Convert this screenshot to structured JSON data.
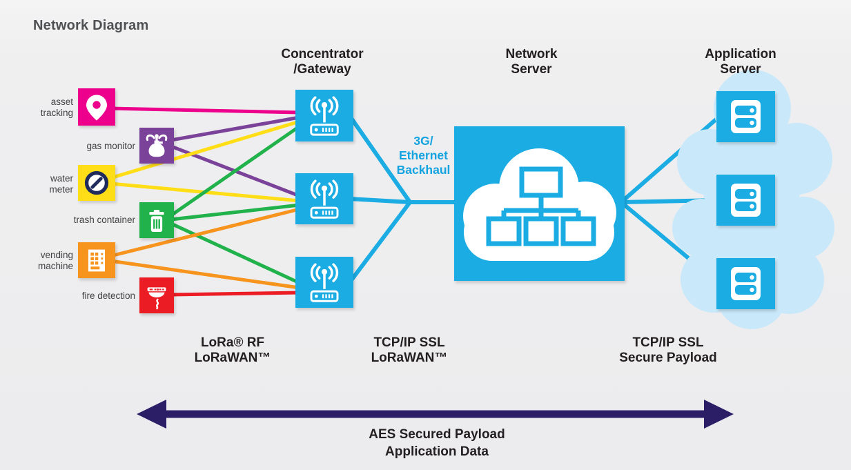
{
  "title": "Network Diagram",
  "colors": {
    "background": "#efeff0",
    "blue": "#1aace3",
    "light_blue_cloud": "#c9e9fa",
    "pink": "#ec008c",
    "purple": "#7b4299",
    "yellow": "#ffde17",
    "green": "#21b24c",
    "orange": "#f7941e",
    "red": "#ec1c24",
    "arrow_purple": "#2b1e66",
    "heading_text": "#231f20",
    "backhaul_text": "#13a3e0"
  },
  "columns": {
    "gateway": {
      "label": "Concentrator\n/Gateway"
    },
    "network_server": {
      "label": "Network\nServer"
    },
    "application_server": {
      "label": "Application\nServer"
    }
  },
  "devices": [
    {
      "label": "asset\ntracking",
      "color": "#ec008c",
      "icon": "map-pin-icon",
      "connects_to": [
        "gateway-1"
      ]
    },
    {
      "label": "gas monitor",
      "color": "#7b4299",
      "icon": "gas-tank-icon",
      "connects_to": [
        "gateway-1",
        "gateway-2"
      ]
    },
    {
      "label": "water\nmeter",
      "color": "#ffde17",
      "icon": "meter-gauge-icon",
      "connects_to": [
        "gateway-1",
        "gateway-2"
      ]
    },
    {
      "label": "trash container",
      "color": "#21b24c",
      "icon": "trash-can-icon",
      "connects_to": [
        "gateway-1",
        "gateway-2",
        "gateway-3"
      ]
    },
    {
      "label": "vending\nmachine",
      "color": "#f7941e",
      "icon": "vending-machine-icon",
      "connects_to": [
        "gateway-2",
        "gateway-3"
      ]
    },
    {
      "label": "fire detection",
      "color": "#ec1c24",
      "icon": "smoke-detector-icon",
      "connects_to": [
        "gateway-3"
      ]
    }
  ],
  "gateways": {
    "count": 3,
    "icon": "antenna-router-icon"
  },
  "network_server": {
    "icon": "cloud-hierarchy-icon",
    "connects_gateways_via": "3G/Ethernet Backhaul"
  },
  "application_servers": {
    "count": 3,
    "icon": "server-rack-icon"
  },
  "links": {
    "backhaul_label": "3G/\nEthernet\nBackhaul",
    "lora_label": "LoRa® RF\nLoRaWAN™",
    "tcpip_lorawan_label": "TCP/IP SSL\nLoRaWAN™",
    "tcpip_secure_label": "TCP/IP SSL\nSecure Payload"
  },
  "footer": {
    "arrow_label": "AES Secured Payload\nApplication Data"
  }
}
